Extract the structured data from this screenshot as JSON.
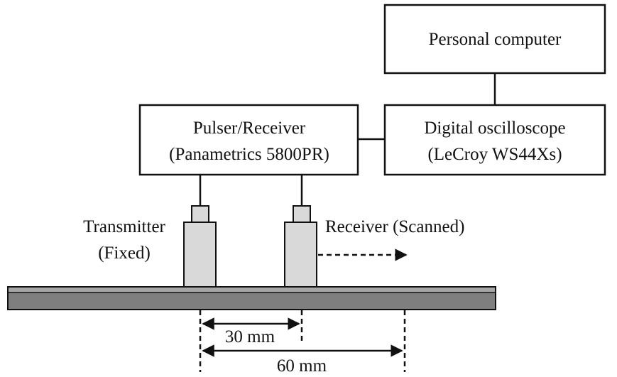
{
  "boxes": {
    "computer": {
      "line1": "Personal computer"
    },
    "oscilloscope": {
      "line1": "Digital oscilloscope",
      "line2": "(LeCroy WS44Xs)"
    },
    "pulser": {
      "line1": "Pulser/Receiver",
      "line2": "(Panametrics 5800PR)"
    }
  },
  "transducers": {
    "transmitter": {
      "line1": "Transmitter",
      "line2": "(Fixed)"
    },
    "receiver": {
      "line1": "Receiver (Scanned)"
    }
  },
  "dimensions": {
    "short": "30 mm",
    "long": "60 mm"
  },
  "colors": {
    "stroke": "#111111",
    "transducer_fill": "#d9d9d9",
    "plate_top": "#a6a6a6",
    "plate_body": "#7f7f7f"
  }
}
